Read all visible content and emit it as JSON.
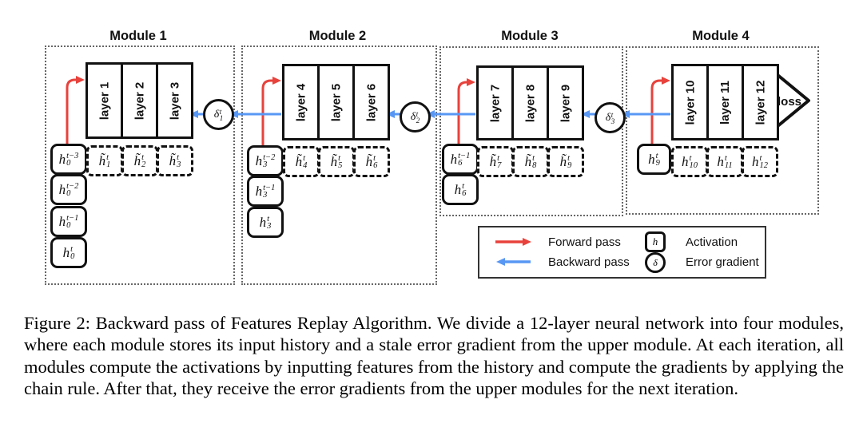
{
  "figure": {
    "modules": [
      {
        "title": "Module 1",
        "layers": [
          "layer 1",
          "layer 2",
          "layer 3"
        ],
        "history": [
          {
            "base": "h",
            "sup": "t−3",
            "sub": "0"
          },
          {
            "base": "h",
            "sup": "t−2",
            "sub": "0"
          },
          {
            "base": "h",
            "sup": "t−1",
            "sub": "0"
          },
          {
            "base": "h",
            "sup": "t",
            "sub": "0"
          }
        ],
        "replay": [
          {
            "base": "h̃",
            "sup": "t",
            "sub": "1"
          },
          {
            "base": "h̃",
            "sup": "t",
            "sub": "2"
          },
          {
            "base": "h̃",
            "sup": "t",
            "sub": "3"
          }
        ]
      },
      {
        "title": "Module 2",
        "layers": [
          "layer 4",
          "layer 5",
          "layer 6"
        ],
        "history": [
          {
            "base": "h",
            "sup": "t−2",
            "sub": "3"
          },
          {
            "base": "h",
            "sup": "t−1",
            "sub": "3"
          },
          {
            "base": "h",
            "sup": "t",
            "sub": "3"
          }
        ],
        "replay": [
          {
            "base": "h̃",
            "sup": "t",
            "sub": "4"
          },
          {
            "base": "h̃",
            "sup": "t",
            "sub": "5"
          },
          {
            "base": "h̃",
            "sup": "t",
            "sub": "6"
          }
        ]
      },
      {
        "title": "Module 3",
        "layers": [
          "layer 7",
          "layer 8",
          "layer 9"
        ],
        "history": [
          {
            "base": "h",
            "sup": "t−1",
            "sub": "6"
          },
          {
            "base": "h",
            "sup": "t",
            "sub": "6"
          }
        ],
        "replay": [
          {
            "base": "h̃",
            "sup": "t",
            "sub": "7"
          },
          {
            "base": "h̃",
            "sup": "t",
            "sub": "8"
          },
          {
            "base": "h̃",
            "sup": "t",
            "sub": "9"
          }
        ]
      },
      {
        "title": "Module 4",
        "layers": [
          "layer 10",
          "layer 11",
          "layer 12"
        ],
        "history": [
          {
            "base": "h",
            "sup": "t",
            "sub": "9"
          }
        ],
        "replay": [
          {
            "base": "h",
            "sup": "t",
            "sub": "10"
          },
          {
            "base": "h",
            "sup": "t",
            "sub": "11"
          },
          {
            "base": "h",
            "sup": "t",
            "sub": "12"
          }
        ]
      }
    ],
    "deltas": [
      {
        "base": "δ",
        "sup": "t",
        "sub": "1"
      },
      {
        "base": "δ",
        "sup": "t",
        "sub": "2"
      },
      {
        "base": "δ",
        "sup": "t",
        "sub": "3"
      }
    ],
    "loss_label": "loss"
  },
  "legend": {
    "forward_label": "Forward pass",
    "backward_label": "Backward pass",
    "activation_symbol": "h",
    "activation_label": "Activation",
    "gradient_symbol": "δ",
    "gradient_label": "Error gradient"
  },
  "caption": "Figure 2: Backward pass of Features Replay Algorithm. We divide a 12-layer neural network into four modules, where each module stores its input history and a stale error gradient from the upper module. At each iteration, all modules compute the activations by inputting features from the history and compute the gradients by applying the chain rule. After that, they receive the error gradients from the upper modules for the next iteration.",
  "colors": {
    "forward_red": "#e8423c",
    "backward_blue": "#5897f4"
  }
}
